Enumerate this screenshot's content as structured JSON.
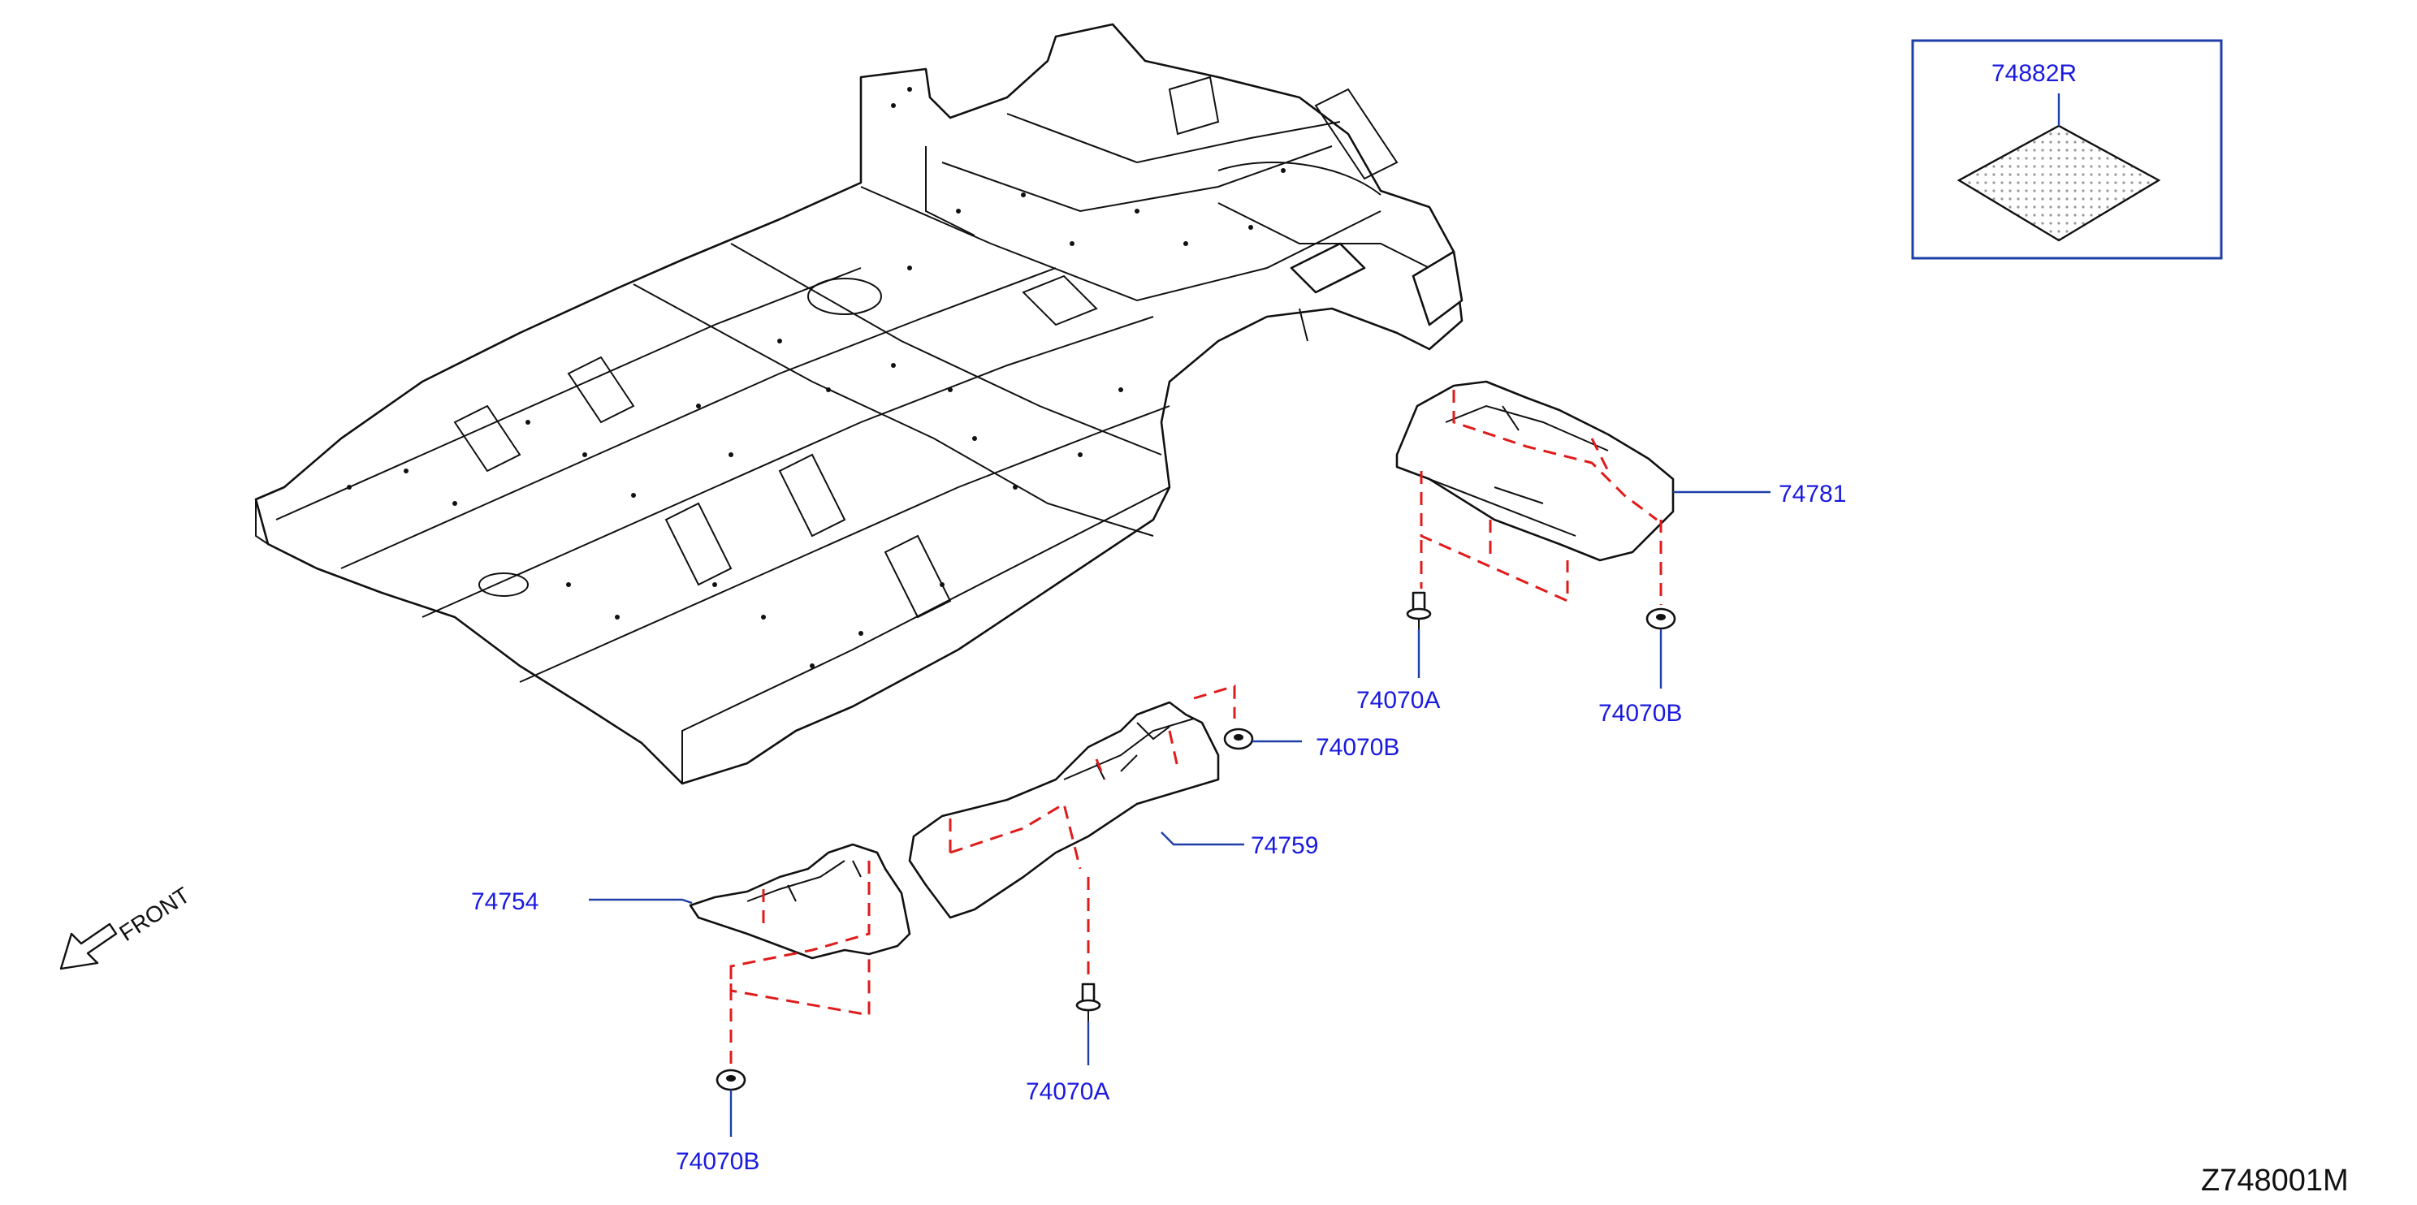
{
  "labels": {
    "p74882R": "74882R",
    "p74781": "74781",
    "p74070A_right": "74070A",
    "p74070B_right": "74070B",
    "p74070B_mid": "74070B",
    "p74759": "74759",
    "p74754": "74754",
    "p74070A_bottom": "74070A",
    "p74070B_bottom": "74070B"
  },
  "front_label": "FRONT",
  "diagram_code": "Z748001M",
  "colors": {
    "callout_text": "#1a1adf",
    "leader_line": "#1f3fa8",
    "hidden_line": "#e01b1b",
    "inset_border": "#1f3fa8",
    "outline": "#111111"
  }
}
